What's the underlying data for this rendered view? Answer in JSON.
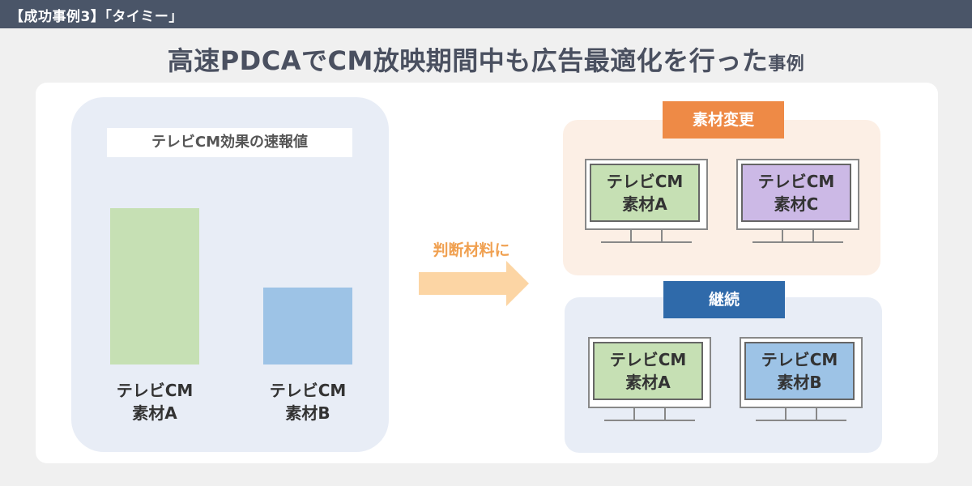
{
  "header": {
    "label": "【成功事例3】「タイミー」"
  },
  "title": {
    "main": "高速PDCAでCM放映期間中も広告最適化を行った",
    "suffix": "事例"
  },
  "left_panel": {
    "label": "テレビCM効果の速報値",
    "bars": [
      {
        "line1": "テレビCM",
        "line2": "素材A",
        "color": "#c6e0b4"
      },
      {
        "line1": "テレビCM",
        "line2": "素材B",
        "color": "#9dc3e6"
      }
    ]
  },
  "arrow": {
    "label": "判断材料に",
    "color": "#fcd5a4"
  },
  "groups": [
    {
      "title": "素材変更",
      "title_color": "#ee8a46",
      "monitors": [
        {
          "line1": "テレビCM",
          "line2": "素材A",
          "color": "#c6e0b4"
        },
        {
          "line1": "テレビCM",
          "line2": "素材C",
          "color": "#ccb9e6"
        }
      ]
    },
    {
      "title": "継続",
      "title_color": "#2f6aaa",
      "monitors": [
        {
          "line1": "テレビCM",
          "line2": "素材A",
          "color": "#c6e0b4"
        },
        {
          "line1": "テレビCM",
          "line2": "素材B",
          "color": "#9dc3e6"
        }
      ]
    }
  ]
}
